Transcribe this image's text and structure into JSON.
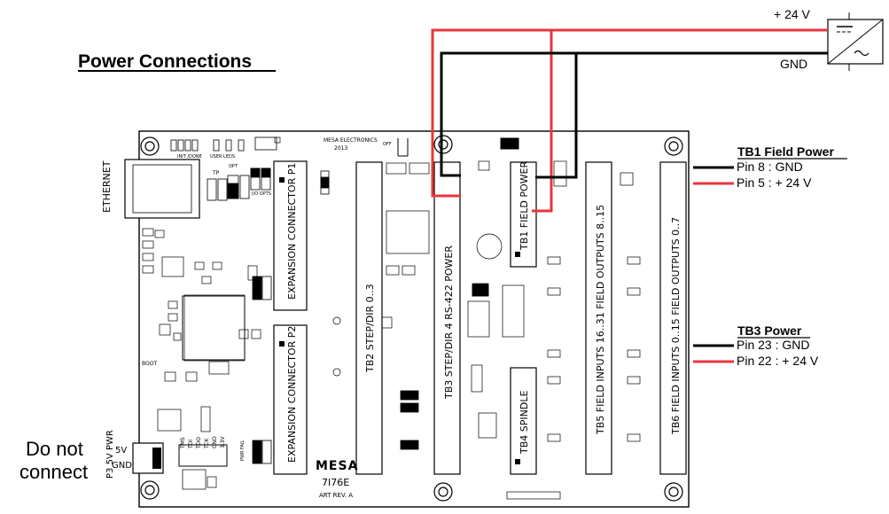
{
  "title": "Power Connections",
  "supply": {
    "plus_label": "+ 24 V",
    "gnd_label": "GND"
  },
  "tb1_note": {
    "heading": "TB1 Field Power",
    "pin_gnd": "Pin 8 : GND",
    "pin_24v": "Pin 5 : + 24 V"
  },
  "tb3_note": {
    "heading": "TB3 Power",
    "pin_gnd": "Pin 23 : GND",
    "pin_24v": "Pin 22 : + 24 V"
  },
  "p3_note": {
    "line1": "Do not",
    "line2": "connect"
  },
  "colors": {
    "wire_red": "#e8373c",
    "wire_black": "#000000",
    "board_outline": "#000000"
  },
  "board": {
    "manufacturer": "MESA ELECTRONICS",
    "year": "2013",
    "logo": "MESA",
    "model": "7I76E",
    "revision": "ART REV. A",
    "ethernet": "ETHERNET",
    "p1": "EXPANSION CONNECTOR P1",
    "p2": "EXPANSION CONNECTOR P2",
    "tb2": "TB2 STEP/DIR 0..3",
    "tb3": "TB3 STEP/DIR 4 RS-422 POWER",
    "tb1": "TB1 FIELD POWER",
    "tb4": "TB4 SPINDLE",
    "tb5": "TB5 FIELD INPUTS 16..31 FIELD OUTPUTS 8..15",
    "tb6": "TB6 FIELD INPUTS 0..15 FIELD OUTPUTS 0..7",
    "p3_label": "P3 5V PWR",
    "pin_5v": "5V",
    "pin_gnd": "GND",
    "init_done": "INIT /DONE",
    "user_leds": "USER LEDS",
    "opt": "OPT",
    "io_opts": "I/O OPTS",
    "tp": "TP",
    "boot": "BOOT",
    "jtag": [
      "TMS",
      "TDI",
      "TDO",
      "TCK",
      "GND",
      "3.3V"
    ],
    "pwr_fail": "PWR FAIL",
    "off": "OFF"
  }
}
